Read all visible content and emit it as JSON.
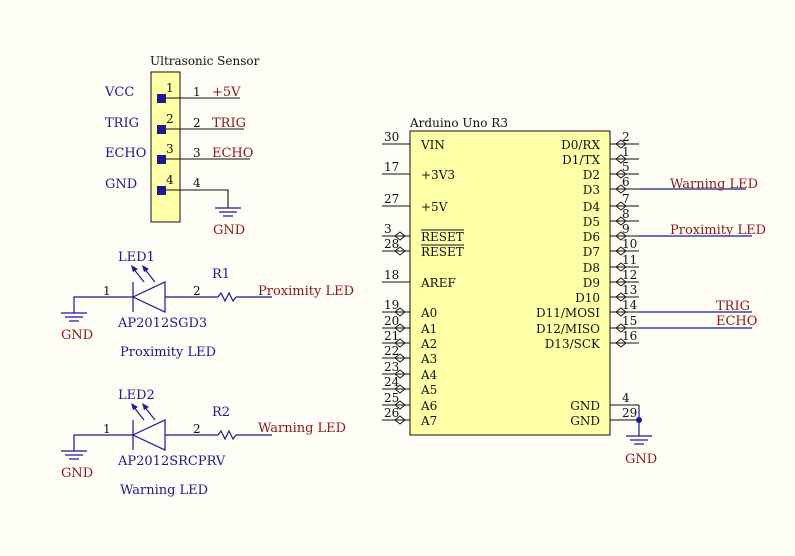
{
  "colors": {
    "background": "#FDFCF5",
    "wire": "#1B1B8F",
    "net_label": "#8A1A1A",
    "component_fill": "#FFFFA8",
    "pin_marker": "#1B1B8F"
  },
  "sensor": {
    "title": "Ultrasonic Sensor",
    "pins": [
      {
        "inner": "1",
        "name": "VCC",
        "outer": "1",
        "net": "+5V"
      },
      {
        "inner": "2",
        "name": "TRIG",
        "outer": "2",
        "net": "TRIG"
      },
      {
        "inner": "3",
        "name": "ECHO",
        "outer": "3",
        "net": "ECHO"
      },
      {
        "inner": "4",
        "name": "GND",
        "outer": "4",
        "net": "GND"
      }
    ]
  },
  "leds": [
    {
      "ref": "LED1",
      "part": "AP2012SGD3",
      "caption": "Proximity LED",
      "pin1": "1",
      "pin2": "2",
      "resistor": "R1",
      "net": "Proximity LED",
      "gnd": "GND"
    },
    {
      "ref": "LED2",
      "part": "AP2012SRCPRV",
      "caption": "Warning LED",
      "pin1": "1",
      "pin2": "2",
      "resistor": "R2",
      "net": "Warning LED",
      "gnd": "GND"
    }
  ],
  "arduino": {
    "title": "Arduino Uno R3",
    "left_pins": [
      {
        "num": "30",
        "name": "VIN"
      },
      {
        "num": "17",
        "name": "+3V3"
      },
      {
        "num": "27",
        "name": "+5V"
      },
      {
        "num": "3",
        "name": "RESET"
      },
      {
        "num": "28",
        "name": "RESET"
      },
      {
        "num": "18",
        "name": "AREF"
      },
      {
        "num": "19",
        "name": "A0"
      },
      {
        "num": "20",
        "name": "A1"
      },
      {
        "num": "21",
        "name": "A2"
      },
      {
        "num": "22",
        "name": "A3"
      },
      {
        "num": "23",
        "name": "A4"
      },
      {
        "num": "24",
        "name": "A5"
      },
      {
        "num": "25",
        "name": "A6"
      },
      {
        "num": "26",
        "name": "A7"
      }
    ],
    "right_pins": [
      {
        "num": "2",
        "name": "D0/RX"
      },
      {
        "num": "1",
        "name": "D1/TX"
      },
      {
        "num": "5",
        "name": "D2"
      },
      {
        "num": "6",
        "name": "D3"
      },
      {
        "num": "7",
        "name": "D4"
      },
      {
        "num": "8",
        "name": "D5"
      },
      {
        "num": "9",
        "name": "D6"
      },
      {
        "num": "10",
        "name": "D7"
      },
      {
        "num": "11",
        "name": "D8"
      },
      {
        "num": "12",
        "name": "D9"
      },
      {
        "num": "13",
        "name": "D10"
      },
      {
        "num": "14",
        "name": "D11/MOSI"
      },
      {
        "num": "15",
        "name": "D12/MISO"
      },
      {
        "num": "16",
        "name": "D13/SCK"
      },
      {
        "num": "4",
        "name": "GND"
      },
      {
        "num": "29",
        "name": "GND"
      }
    ],
    "nets": {
      "d3": "Warning LED",
      "d6": "Proximity LED",
      "d11": "TRIG",
      "d12": "ECHO",
      "gnd": "GND"
    }
  }
}
